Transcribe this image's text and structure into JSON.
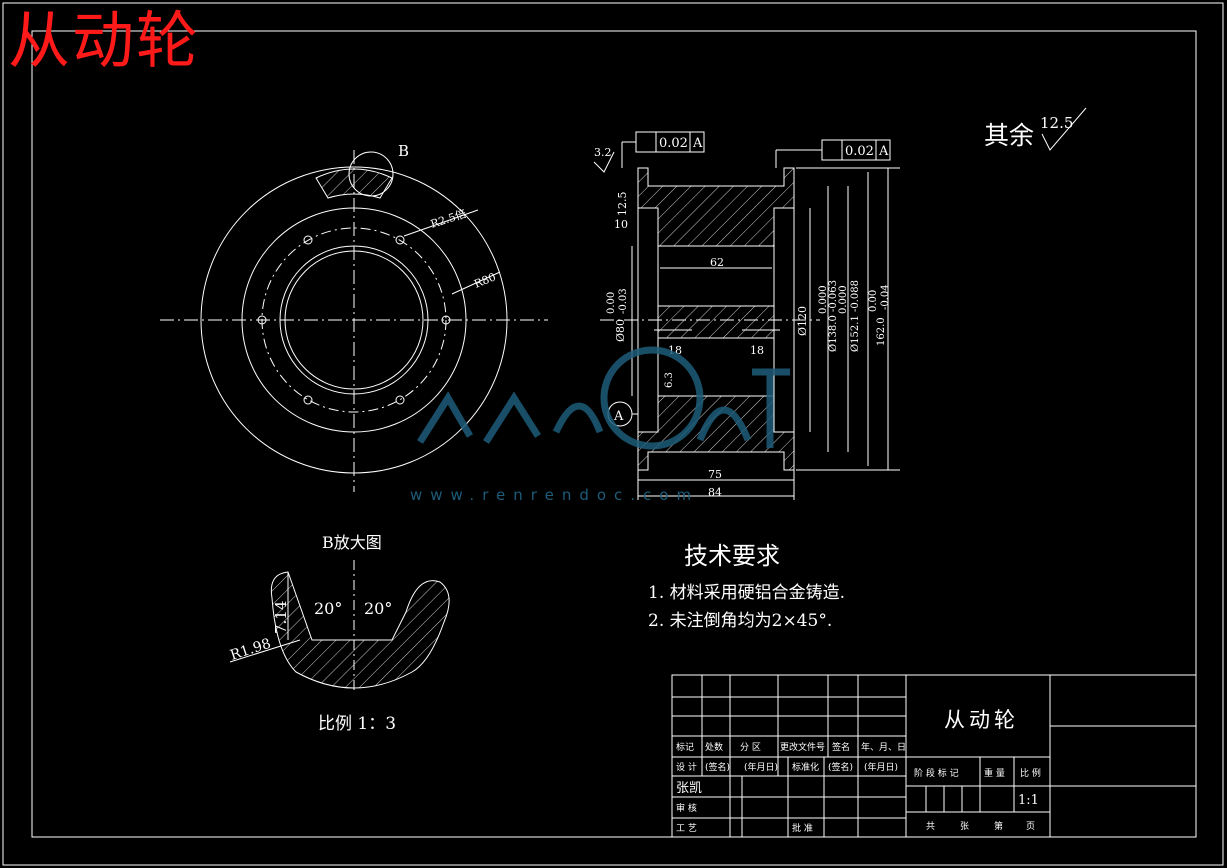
{
  "header": {
    "title": "从动轮"
  },
  "views": {
    "detail_marker": "B",
    "front_dims": {
      "groove_radius": "R2.5倍",
      "outer_radius": "R80"
    },
    "section_dims": {
      "roughness_top": "3.2",
      "roughness_side": "12.5",
      "runout_tolerance": "0.02",
      "datum": "A",
      "datum_marker": "A",
      "chamfer_width": "10",
      "hub_length": "62",
      "keyway_left": "18",
      "keyway_right": "18",
      "bore_fit": "Ø80",
      "bore_upper": "0.00",
      "bore_lower": "-0.03",
      "shoulder_dia": "Ø120",
      "dia_138": "Ø138.0",
      "dia_138_tol_a": "0.000",
      "dia_138_tol_b": "-0.063",
      "dia_152": "Ø152.1",
      "dia_152_tol_a": "0.000",
      "dia_152_tol_b": "-0.088",
      "dia_162": "162.0",
      "dia_162_tol_a": "0.00",
      "dia_162_tol_b": "-0.04",
      "small_dim": "6.3",
      "inner_length": "75",
      "total_length": "84"
    }
  },
  "enlarged_view": {
    "title": "B放大图",
    "angle_left": "20°",
    "angle_right": "20°",
    "depth": "7.14",
    "radius": "R1.98",
    "scale_label": "比例 1：3"
  },
  "requirements": {
    "title": "技术要求",
    "item1": "1.  材料采用硬铝合金铸造.",
    "item2": "2.  未注倒角均为2×45°."
  },
  "surface_finish": {
    "label": "其余",
    "value": "12.5"
  },
  "title_block": {
    "part_name": "从动轮",
    "header_row": [
      "标记",
      "处数",
      "分 区",
      "更改文件号",
      "签名",
      "年、月、日"
    ],
    "design_row": [
      "设 计",
      "(签名)",
      "(年月日)",
      "标准化",
      "(签名)",
      "(年月日)"
    ],
    "designer": "张凯",
    "review": "审 核",
    "process": "工 艺",
    "approve": "批 准",
    "stage_labels": [
      "阶 段 标 记",
      "重 量",
      "比 例"
    ],
    "scale_value": "1:1",
    "sheet_row": [
      "共",
      "张",
      "第",
      "页"
    ]
  },
  "watermark": {
    "text": "www.renrendoc.com"
  },
  "colors": {
    "background": "#000000",
    "line": "#ffffff",
    "title": "#ff1a1a",
    "watermark": "#1e5c7a"
  }
}
